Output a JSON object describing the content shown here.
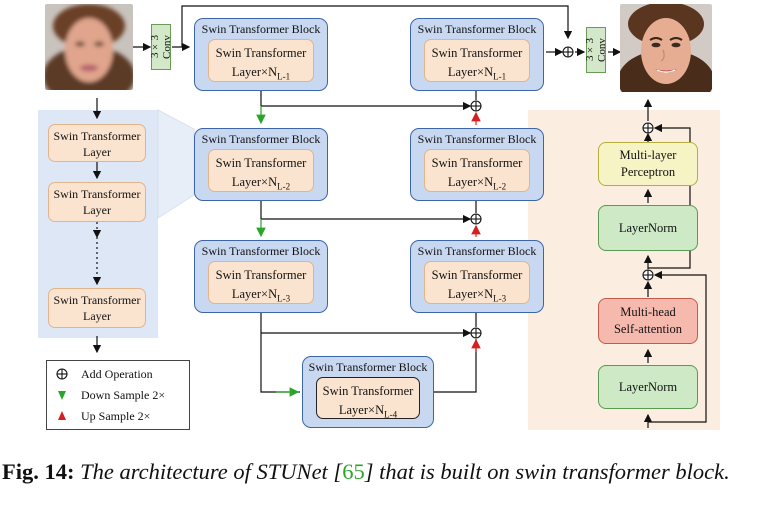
{
  "conv_label": "3×3 Conv",
  "block_title": "Swin Transformer Block",
  "inner_line1": "Swin Transformer",
  "inner_prefix": "Layer×N",
  "subs": [
    "L-1",
    "L-2",
    "L-3",
    "L-4"
  ],
  "left_layers": [
    {
      "line1": "Swin Transformer",
      "line2": "Layer"
    },
    {
      "line1": "Swin Transformer",
      "line2": "Layer"
    },
    {
      "line1": "Swin Transformer",
      "line2": "Layer"
    }
  ],
  "right_stack": {
    "mlp": [
      "Multi-layer",
      "Perceptron"
    ],
    "layernorm": "LayerNorm",
    "mha": [
      "Multi-head",
      "Self-attention"
    ]
  },
  "legend": {
    "add": "Add Operation",
    "down": "Down Sample 2×",
    "up": "Up Sample 2×"
  },
  "caption": {
    "label": "Fig. 14:",
    "text_before": "The architecture of STUNet [",
    "cite": "65",
    "text_after": "] that is built on swin transformer block."
  },
  "colors": {
    "block_fill": "#c8d8f1",
    "block_border": "#3d66a8",
    "layer_fill": "#fbe4cf",
    "down_arrow": "#2aa52a",
    "up_arrow": "#d62020",
    "left_panel": "#dde7f6",
    "right_panel": "#fbeee0"
  },
  "icons": [
    "face-input-image",
    "face-output-image",
    "add-operation-icon",
    "down-sample-arrow-icon",
    "up-sample-arrow-icon"
  ]
}
